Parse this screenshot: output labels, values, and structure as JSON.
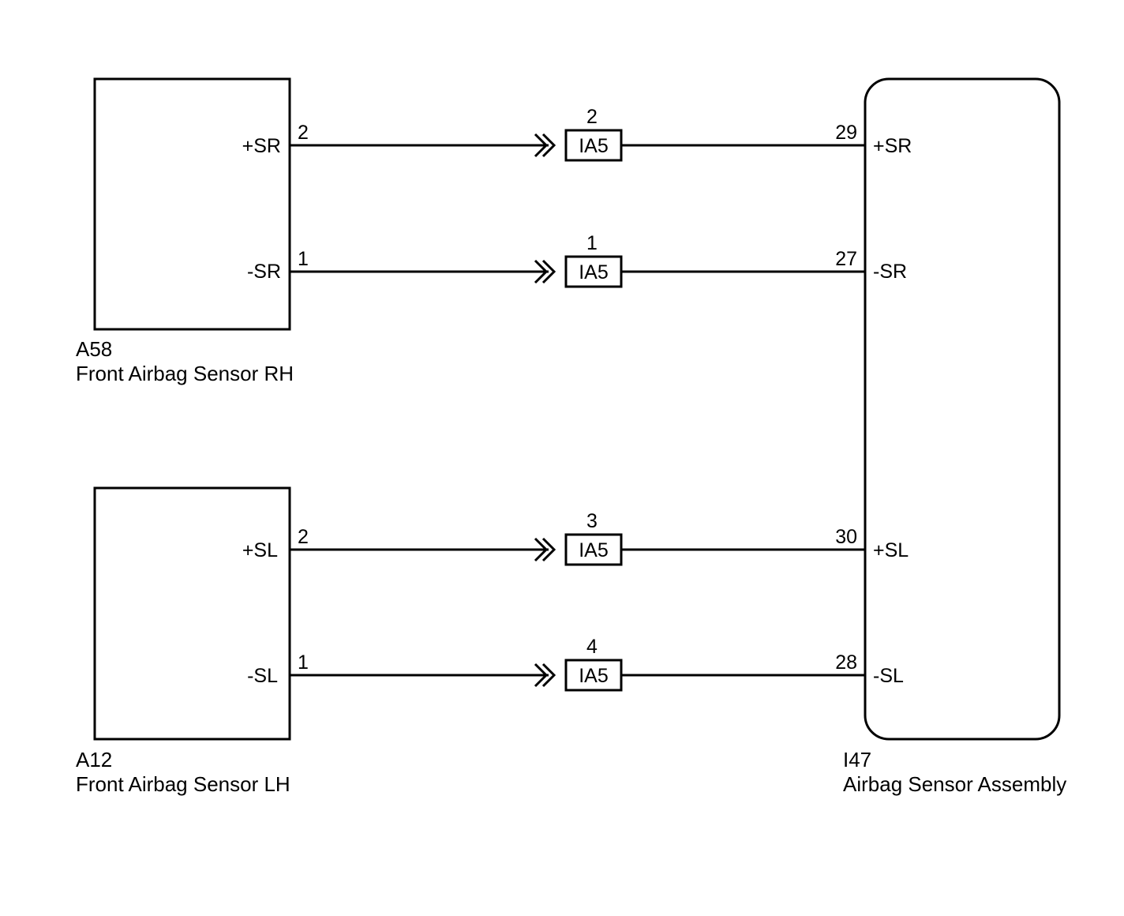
{
  "components": {
    "rh_sensor": {
      "code": "A58",
      "name": "Front Airbag Sensor RH"
    },
    "lh_sensor": {
      "code": "A12",
      "name": "Front Airbag Sensor LH"
    },
    "assembly": {
      "code": "I47",
      "name": "Airbag Sensor Assembly"
    }
  },
  "circuits": [
    {
      "signal": "+SR",
      "sensor_pin": "2",
      "connector": "IA5",
      "connector_pin": "2",
      "assembly_pin": "29",
      "assembly_signal": "+SR"
    },
    {
      "signal": "-SR",
      "sensor_pin": "1",
      "connector": "IA5",
      "connector_pin": "1",
      "assembly_pin": "27",
      "assembly_signal": "-SR"
    },
    {
      "signal": "+SL",
      "sensor_pin": "2",
      "connector": "IA5",
      "connector_pin": "3",
      "assembly_pin": "30",
      "assembly_signal": "+SL"
    },
    {
      "signal": "-SL",
      "sensor_pin": "1",
      "connector": "IA5",
      "connector_pin": "4",
      "assembly_pin": "28",
      "assembly_signal": "-SL"
    }
  ],
  "colors": {
    "line": "#000000",
    "background": "#ffffff"
  }
}
